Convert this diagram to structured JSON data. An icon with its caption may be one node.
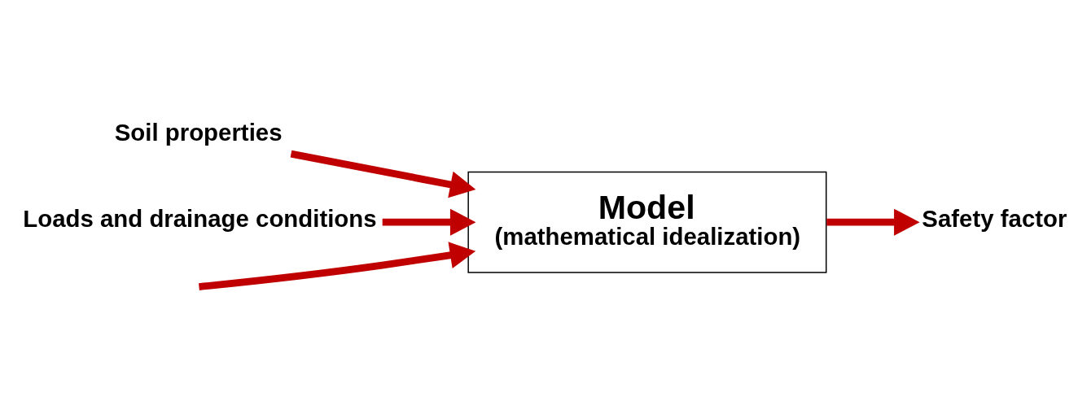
{
  "diagram": {
    "nodes": [
      {
        "text": [
          "Soil properties"
        ]
      },
      {
        "text": [
          "Loads and drainage conditions"
        ]
      },
      {
        "text": [
          "Model",
          "(mathematical idealization)"
        ]
      },
      {
        "text": [
          "Safety factor"
        ]
      }
    ],
    "edges": [
      {
        "from": 0,
        "to": 2,
        "arrow": "to"
      },
      {
        "from": 1,
        "to": 2,
        "arrow": "to"
      },
      {
        "from": null,
        "to": 2,
        "arrow": "to"
      },
      {
        "from": 2,
        "to": 3,
        "arrow": "to"
      }
    ]
  }
}
